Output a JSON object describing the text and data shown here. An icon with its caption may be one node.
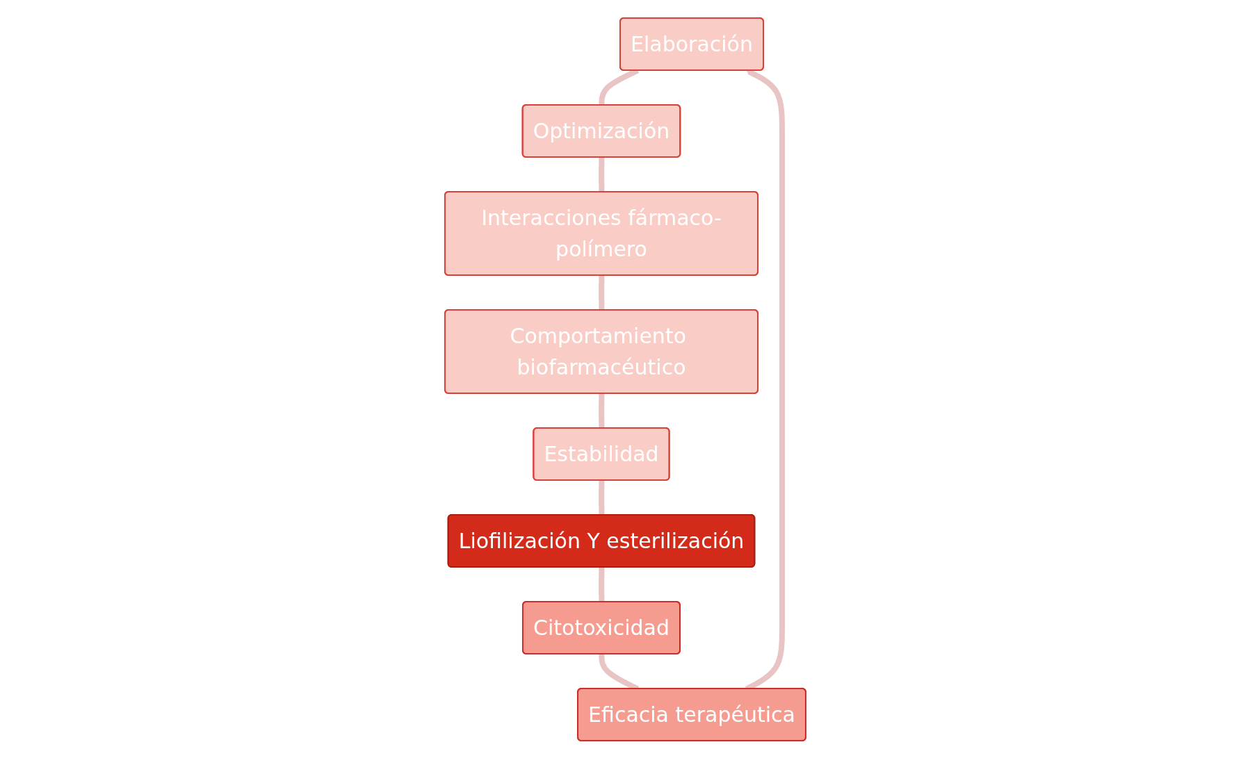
{
  "diagram": {
    "nodes": [
      {
        "text": [
          "Elaboración"
        ]
      },
      {
        "text": [
          "Optimización"
        ]
      },
      {
        "text": [
          "Interacciones fármaco-polímero"
        ]
      },
      {
        "text": [
          "Comportamiento biofarmacéutico"
        ]
      },
      {
        "text": [
          "Estabilidad"
        ]
      },
      {
        "text": [
          "Liofilización Y esterilización"
        ]
      },
      {
        "text": [
          "Citotoxicidad"
        ]
      },
      {
        "text": [
          "Eficacia terapéutica"
        ]
      }
    ],
    "edges": [
      {
        "from": 0,
        "to": 1,
        "arrow": "none"
      },
      {
        "from": 1,
        "to": 2,
        "arrow": "none"
      },
      {
        "from": 2,
        "to": 3,
        "arrow": "none"
      },
      {
        "from": 3,
        "to": 4,
        "arrow": "none"
      },
      {
        "from": 4,
        "to": 5,
        "arrow": "none"
      },
      {
        "from": 5,
        "to": 6,
        "arrow": "none"
      },
      {
        "from": 6,
        "to": 7,
        "arrow": "none"
      },
      {
        "from": 7,
        "to": 0,
        "arrow": "to"
      }
    ]
  }
}
